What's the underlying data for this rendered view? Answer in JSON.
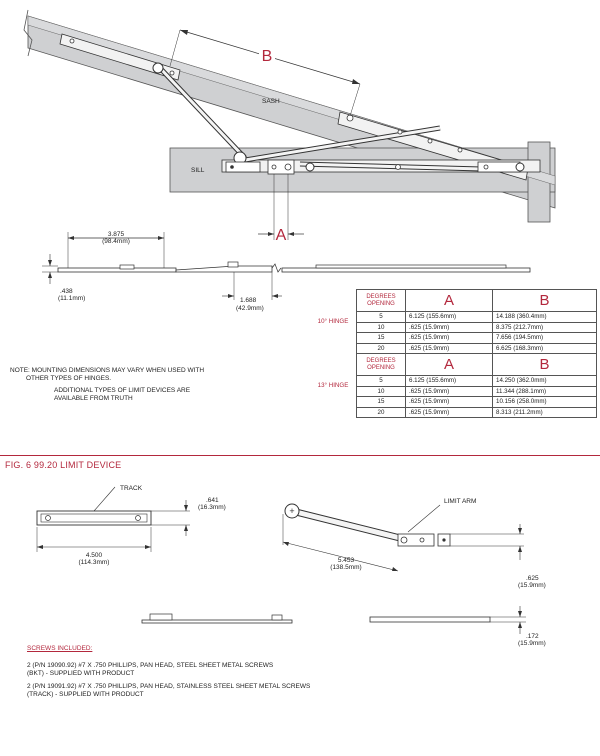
{
  "diagram": {
    "label_b": "B",
    "label_a": "A",
    "label_sash": "SASH",
    "label_sill": "SILL",
    "dim_3875": "3.875",
    "dim_3875_mm": "(98.4mm)",
    "dim_438": ".438",
    "dim_438_mm": "(11.1mm)",
    "dim_1688": "1.688",
    "dim_1688_mm": "(42.9mm)"
  },
  "note": {
    "line1": "NOTE: MOUNTING DIMENSIONS MAY VARY WHEN USED WITH",
    "line2": "OTHER TYPES OF HINGES.",
    "line3": "ADDITIONAL TYPES OF LIMIT DEVICES ARE",
    "line4": "AVAILABLE FROM TRUTH"
  },
  "table": {
    "col_degrees": "DEGREES OPENING",
    "col_a": "A",
    "col_b": "B",
    "groups": [
      {
        "hinge": "10° HINGE",
        "rows": [
          [
            "5",
            "6.125 (155.6mm)",
            "14.188 (360.4mm)"
          ],
          [
            "10",
            ".625 (15.9mm)",
            "8.375 (212.7mm)"
          ],
          [
            "15",
            ".625 (15.9mm)",
            "7.656 (194.5mm)"
          ],
          [
            "20",
            ".625 (15.9mm)",
            "6.625 (168.3mm)"
          ]
        ]
      },
      {
        "hinge": "13° HINGE",
        "rows": [
          [
            "5",
            "6.125 (155.6mm)",
            "14.250 (362.0mm)"
          ],
          [
            "10",
            ".625 (15.9mm)",
            "11.344 (288.1mm)"
          ],
          [
            "15",
            ".625 (15.9mm)",
            "10.156 (258.0mm)"
          ],
          [
            "20",
            ".625 (15.9mm)",
            "8.313 (211.2mm)"
          ]
        ]
      }
    ]
  },
  "figure": {
    "title": "FIG. 6  99.20 LIMIT DEVICE",
    "label_track": "TRACK",
    "label_limit_arm": "LIMIT ARM",
    "dim_641": ".641",
    "dim_641_mm": "(16.3mm)",
    "dim_4500": "4.500",
    "dim_4500_mm": "(114.3mm)",
    "dim_5453": "5.453",
    "dim_5453_mm": "(138.5mm)",
    "dim_625": ".625",
    "dim_625_mm": "(15.9mm)",
    "dim_172": ".172",
    "dim_172_mm": "(15.9mm)"
  },
  "screws": {
    "heading": "SCREWS INCLUDED:",
    "item1_l1": "2 (P/N 19090.92) #7 X .750 PHILLIPS, PAN HEAD, STEEL SHEET METAL SCREWS",
    "item1_l2": "(BKT) - SUPPLIED WITH PRODUCT",
    "item2_l1": "2 (P/N 19091.92) #7 X .750 PHILLIPS, PAN HEAD, STAINLESS STEEL SHEET METAL SCREWS",
    "item2_l2": "(TRACK) - SUPPLIED WITH PRODUCT"
  },
  "colors": {
    "accent": "#b3283d",
    "sash_fill": "#cfd0d2",
    "line": "#333333"
  }
}
